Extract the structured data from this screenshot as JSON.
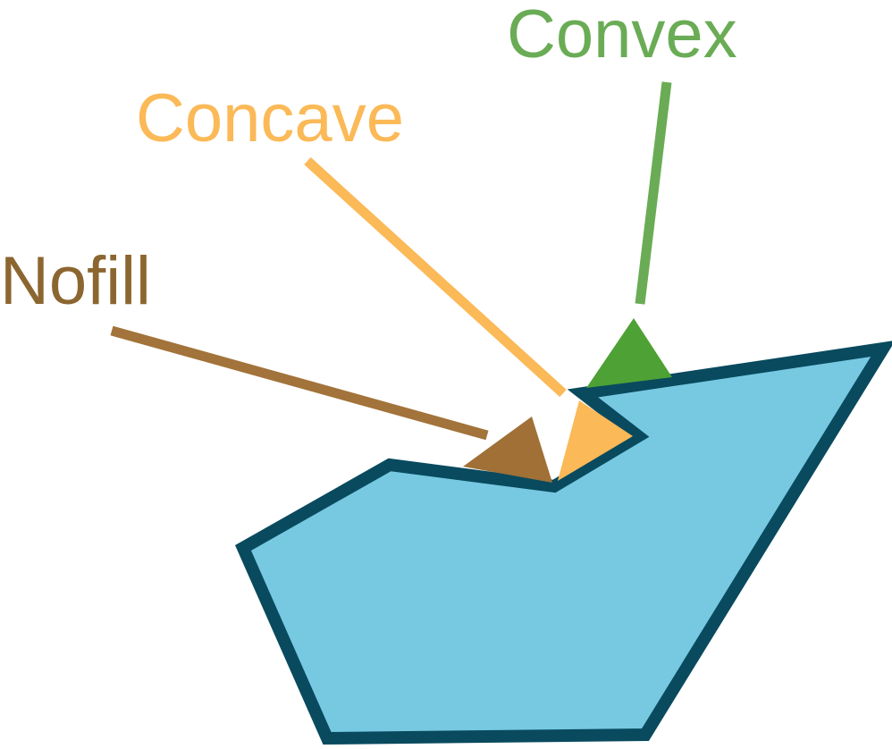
{
  "labels": {
    "convex": "Convex",
    "concave": "Concave",
    "nofill": "Nofill"
  },
  "colors": {
    "convex_text": "#6aac55",
    "convex_fill": "#4ea134",
    "concave": "#fbb957",
    "nofill_text": "#8c6630",
    "nofill_fill": "#a07037",
    "nofill_line": "#a2733a",
    "polygon_fill": "#77c9e2",
    "polygon_stroke": "#094a5e",
    "background": "#ffffff"
  }
}
